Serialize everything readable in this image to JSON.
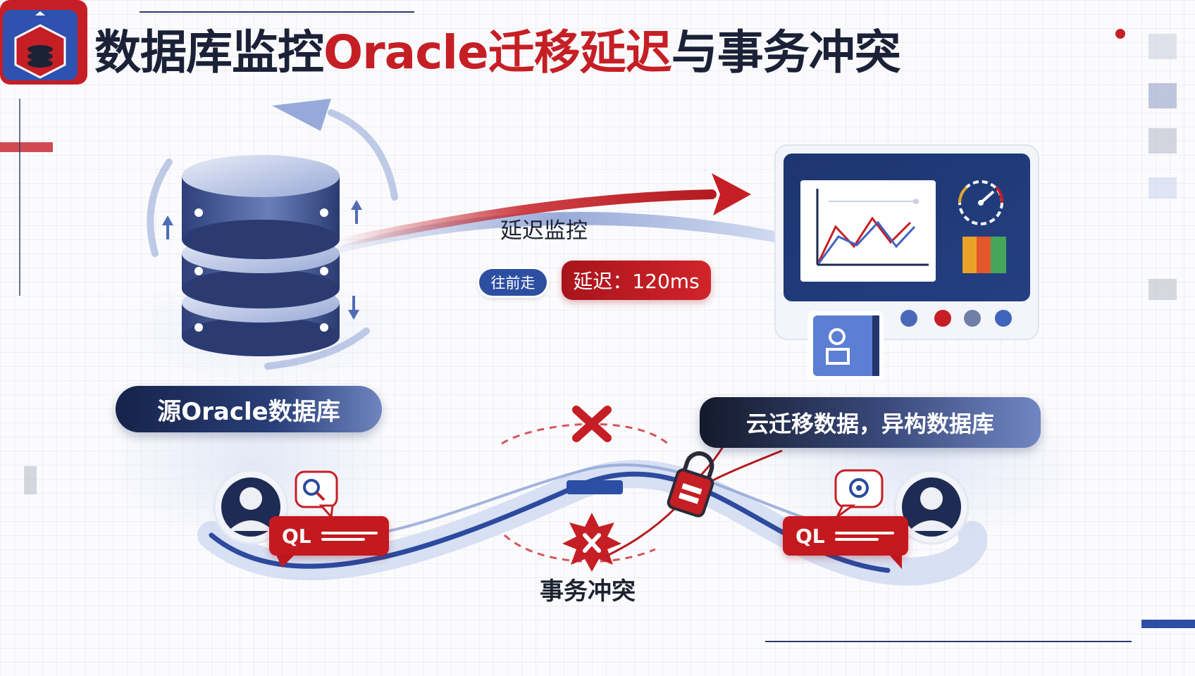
{
  "title": {
    "part1": "数据库监控",
    "part2": "Oracle迁移延迟",
    "part3": "与事务冲突"
  },
  "source_db": {
    "label": "源Oracle数据库"
  },
  "target_db": {
    "label": "云迁移数据，异构数据库"
  },
  "flow": {
    "label": "延迟监控",
    "tag": "往前走",
    "delay_text": "延迟：120ms"
  },
  "conflict": {
    "label": "事务冲突"
  },
  "clients": {
    "left_text": "QL",
    "right_text": "QL"
  },
  "colors": {
    "accent_red": "#c51f25",
    "navy": "#1c2b57",
    "blue": "#3c5aa8"
  },
  "icons": [
    "database-cube-icon",
    "database-stack-icon",
    "monitor-chart-icon",
    "gauge-icon",
    "user-avatar-icon",
    "search-bubble-icon",
    "conflict-x-icon",
    "conflict-burst-icon",
    "lock-icon",
    "storage-device-icon"
  ]
}
